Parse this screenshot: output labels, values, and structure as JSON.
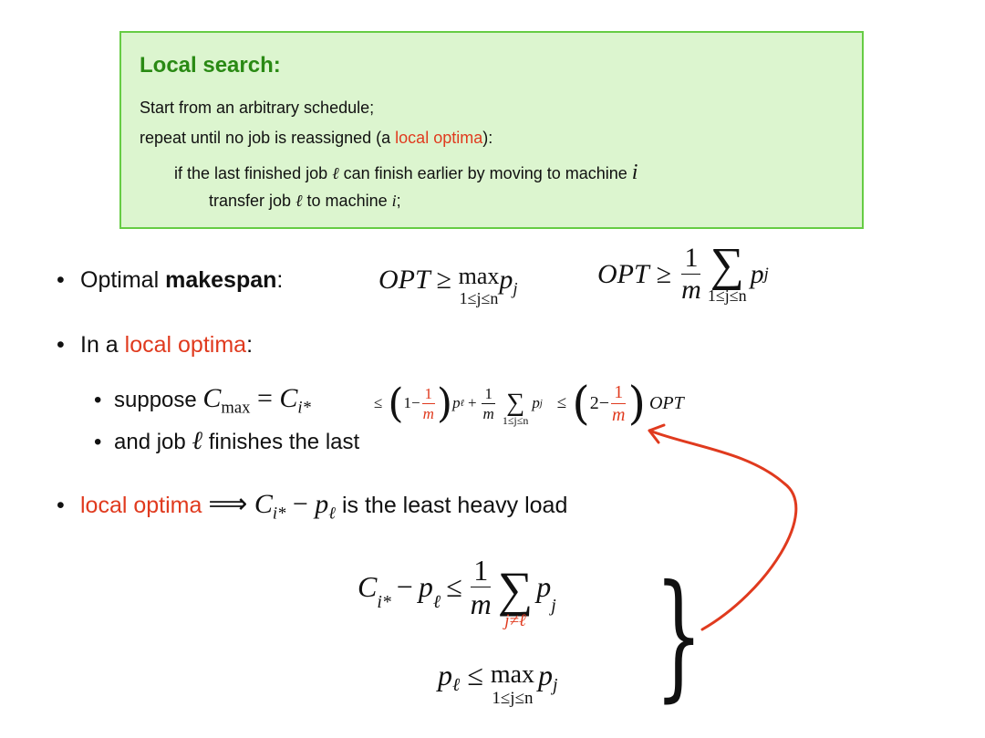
{
  "algorithm": {
    "title": "Local search:",
    "line1": "Start from an arbitrary schedule;",
    "line2_pre": "repeat until no job is reassigned (a ",
    "line2_highlight": "local optima",
    "line2_post": "):",
    "line3_pre": "if the last finished job ",
    "line3_mid": " can finish earlier by moving to machine ",
    "line4_pre": "transfer job ",
    "line4_post": " to machine ",
    "line4_end": ";"
  },
  "bullets": {
    "b1_pre": "Optimal ",
    "b1_bold": "makespan",
    "b1_post": ":",
    "b2_pre": "In a ",
    "b2_highlight": "local optima",
    "b2_post": ":",
    "b2_sub1": "suppose ",
    "b2_sub2_pre": "and job ",
    "b2_sub2_post": " finishes the last",
    "b3_highlight": "local optima",
    "b3_post": " is the least heavy load"
  },
  "symbols": {
    "ell": "ℓ",
    "i": "i",
    "i_star": "i*",
    "opt": "OPT",
    "geq": "≥",
    "leq": "≤",
    "max": "max",
    "range": "1≤j≤n",
    "one": "1",
    "two": "2",
    "m": "m",
    "p": "p",
    "j": "j",
    "sum": "∑",
    "C": "C",
    "cmax_sub": "max",
    "eq": "=",
    "minus": "−",
    "plus": "+",
    "implies": "⟹",
    "j_neq_ell": "j≠ℓ",
    "brace": "}"
  },
  "colors": {
    "highlight": "#e03a1e",
    "box_fill": "#dcf5cf",
    "box_border": "#66cc44",
    "title": "#2a8a14"
  }
}
